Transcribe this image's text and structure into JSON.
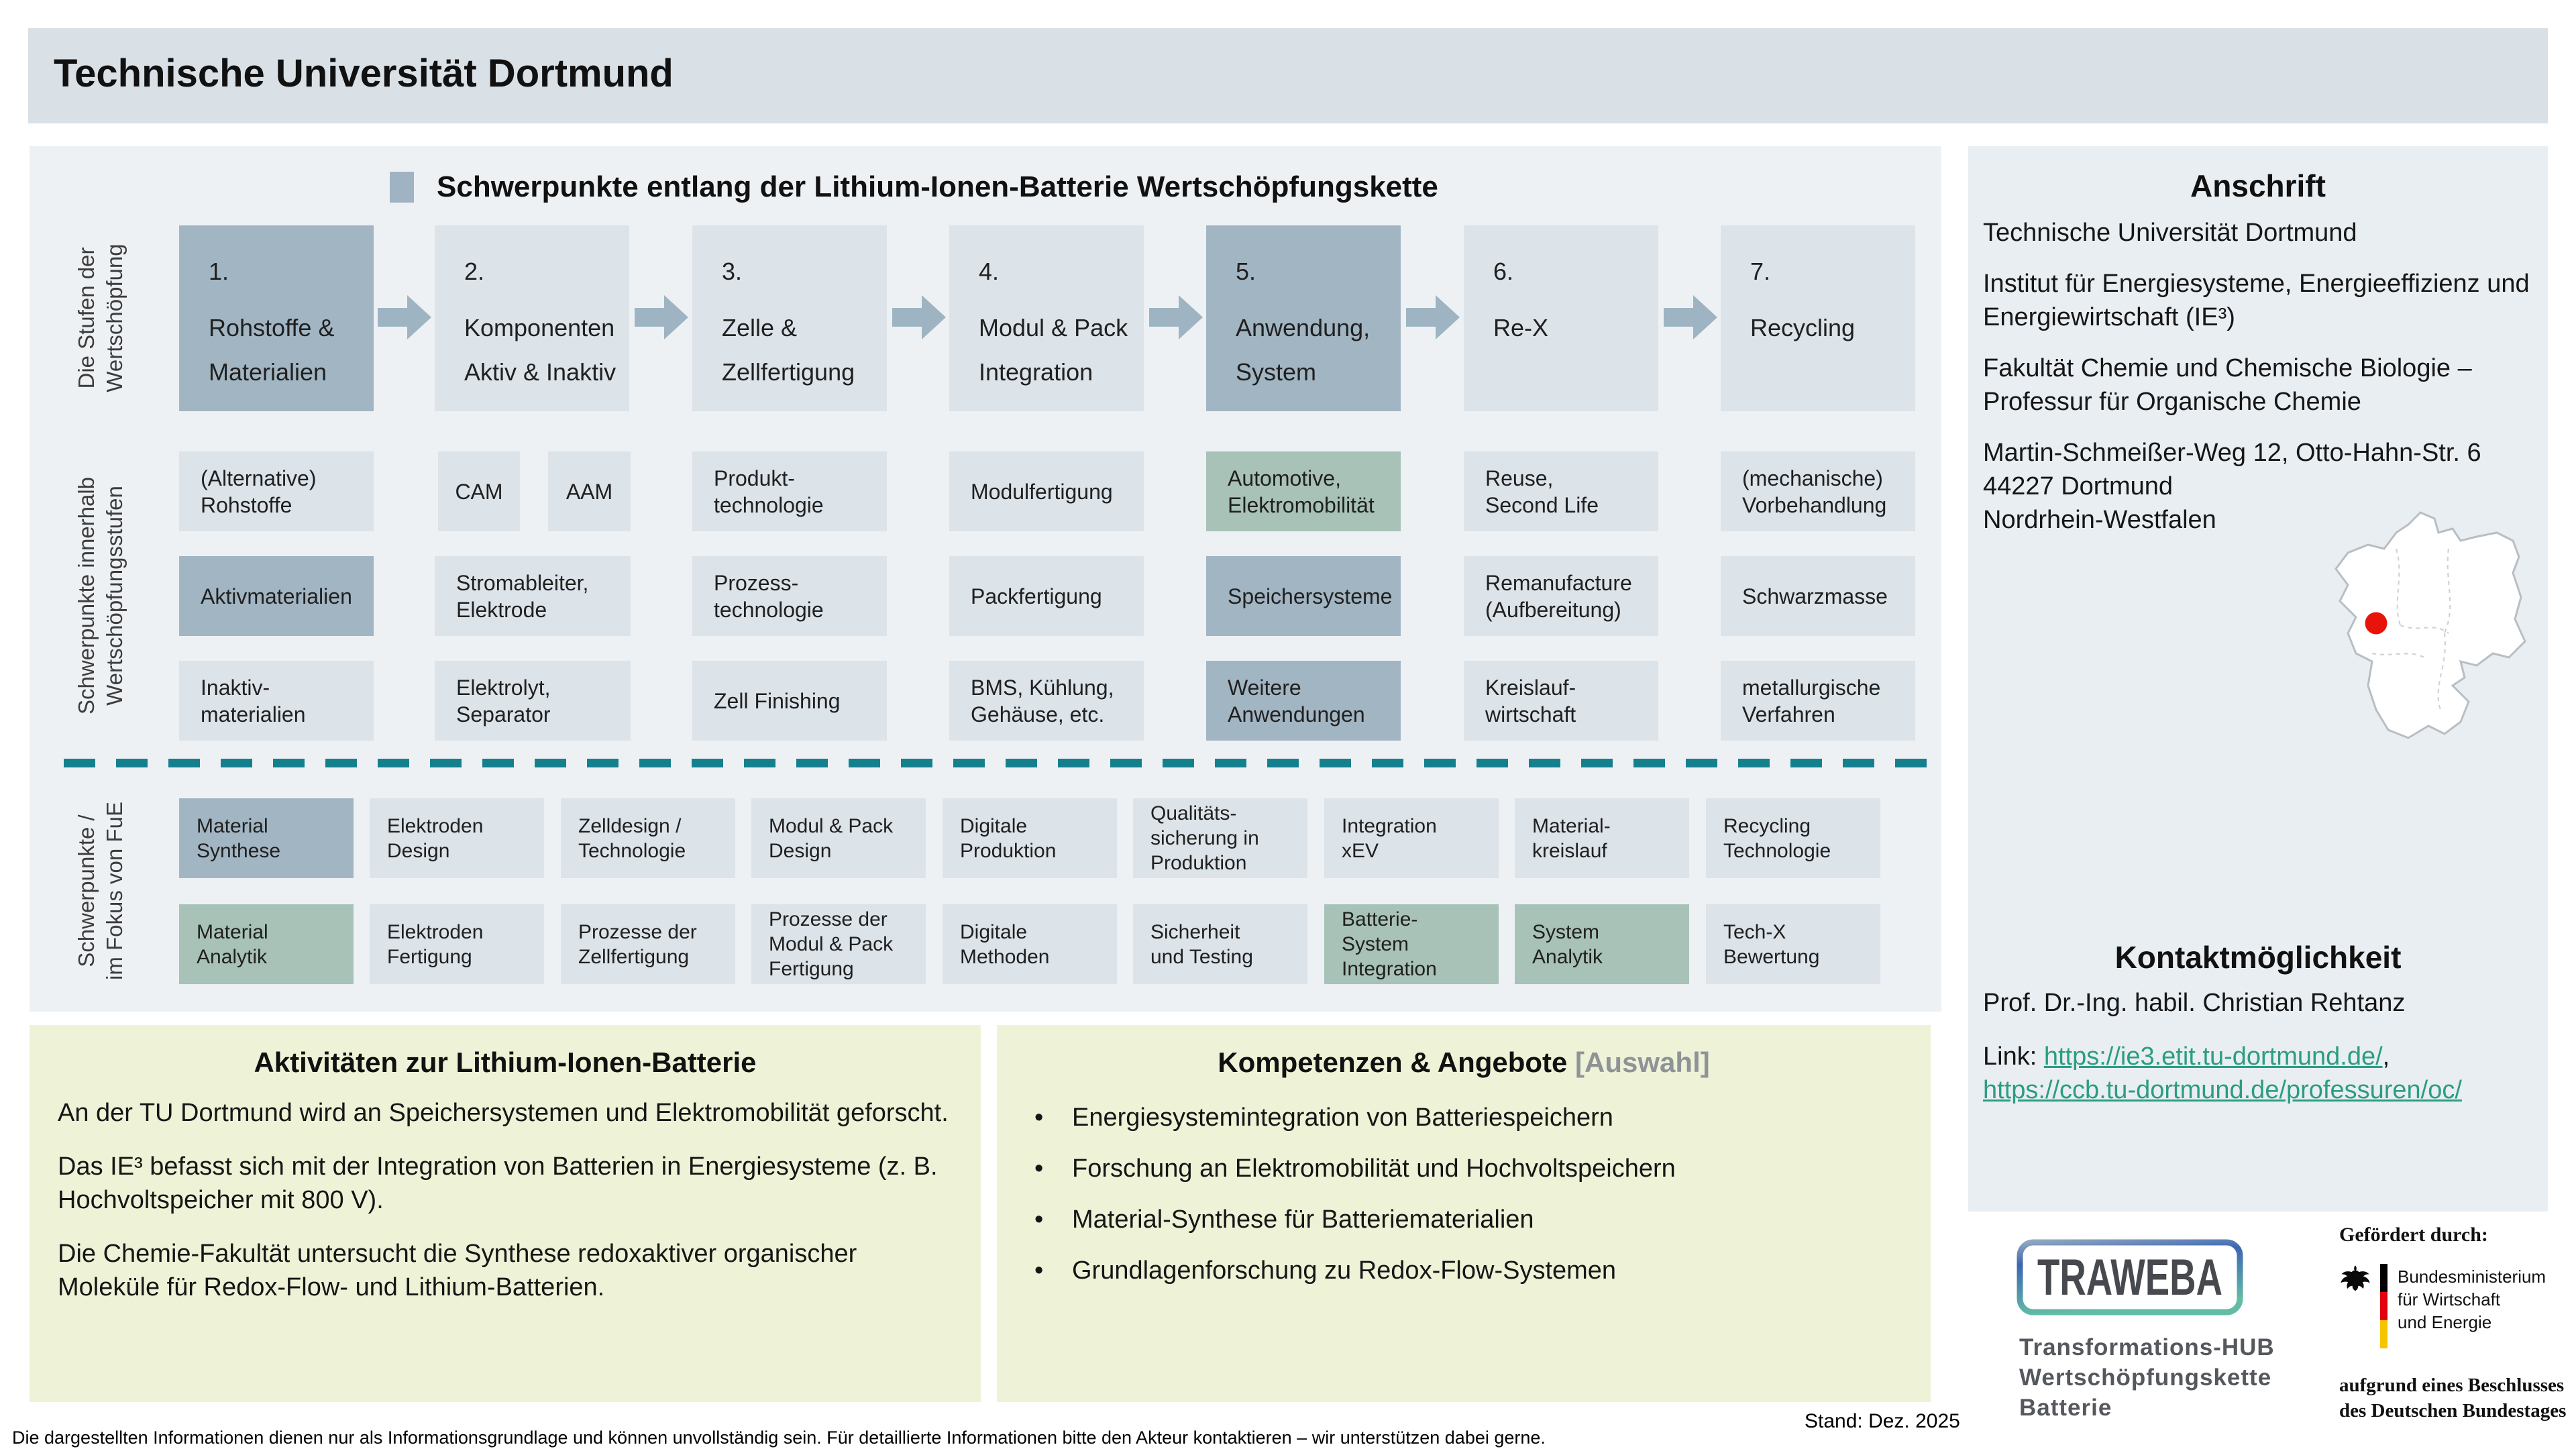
{
  "colors": {
    "accent_blue_gray": "#a2b5c3",
    "accent_green": "#a8c2b7",
    "cell_gray": "#dce3e9",
    "panel_bg": "#eef1f4",
    "header_bar_bg": "#d9e0e6",
    "sidebar_bg": "#e9eef2",
    "yellow_box_bg": "#eef3d7",
    "dashed_line_teal": "#14808e",
    "link_green": "#2b9d82",
    "map_dot_red": "#e8140c"
  },
  "header": {
    "title": "Technische Universität Dortmund"
  },
  "diagram": {
    "title": "Schwerpunkte entlang der Lithium-Ionen-Batterie Wertschöpfungskette",
    "side_labels": {
      "stufen": "Die Stufen der\nWertschöpfung",
      "schwerpunkte": "Schwerpunkte innerhalb\nWertschöpfungsstufen",
      "fokus": "Schwerpunkte /\nim Fokus von FuE"
    },
    "stages": [
      {
        "num": "1.",
        "name": "Rohstoffe &\nMaterialien"
      },
      {
        "num": "2.",
        "name": "Komponenten\nAktiv & Inaktiv"
      },
      {
        "num": "3.",
        "name": "Zelle &\nZellfertigung"
      },
      {
        "num": "4.",
        "name": "Modul & Pack\nIntegration"
      },
      {
        "num": "5.",
        "name": "Anwendung,\nSystem"
      },
      {
        "num": "6.",
        "name": "Re-X"
      },
      {
        "num": "7.",
        "name": "Recycling"
      }
    ],
    "band": {
      "r1c1": "(Alternative)\nRohstoffe",
      "r1c2a": "CAM",
      "r1c2b": "AAM",
      "r1c3": "Produkt-\ntechnologie",
      "r1c4": "Modulfertigung",
      "r1c5": "Automotive,\nElektromobilität",
      "r1c6": "Reuse,\nSecond Life",
      "r1c7": "(mechanische)\nVorbehandlung",
      "r2c1": "Aktivmaterialien",
      "r2c2": "Stromableiter,\nElektrode",
      "r2c3": "Prozess-\ntechnologie",
      "r2c4": "Packfertigung",
      "r2c5": "Speichersysteme",
      "r2c6": "Remanufacture\n(Aufbereitung)",
      "r2c7": "Schwarzmasse",
      "r3c1": "Inaktiv-\nmaterialien",
      "r3c2": "Elektrolyt,\nSeparator",
      "r3c3": "Zell Finishing",
      "r3c4": "BMS, Kühlung,\nGehäuse, etc.",
      "r3c5": "Weitere\nAnwendungen",
      "r3c6": "Kreislauf-\nwirtschaft",
      "r3c7": "metallurgische\nVerfahren"
    },
    "fue": {
      "r1c1": "Material\nSynthese",
      "r1c2": "Elektroden\nDesign",
      "r1c3": "Zelldesign /\nTechnologie",
      "r1c4": "Modul & Pack\nDesign",
      "r1c5": "Digitale\nProduktion",
      "r1c6": "Qualitäts-\nsicherung in\nProduktion",
      "r1c7": "Integration\nxEV",
      "r1c8": "Material-\nkreislauf",
      "r1c9": "Recycling\nTechnologie",
      "r2c1": "Material\nAnalytik",
      "r2c2": "Elektroden\nFertigung",
      "r2c3": "Prozesse der\nZellfertigung",
      "r2c4": "Prozesse der\nModul & Pack\nFertigung",
      "r2c5": "Digitale\nMethoden",
      "r2c6": "Sicherheit\nund Testing",
      "r2c7": "Batterie-\nSystem\nIntegration",
      "r2c8": "System\nAnalytik",
      "r2c9": "Tech-X\nBewertung"
    }
  },
  "sidebar": {
    "anschrift": {
      "title": "Anschrift",
      "p1": "Technische Universität Dortmund",
      "p2": "Institut für Energiesysteme, Energieeffizienz und Energiewirtschaft (IE³)",
      "p3": "Fakultät Chemie und Chemische Biologie – Professur für Organische Chemie",
      "p4": "Martin-Schmeißer-Weg 12, Otto-Hahn-Str. 6\n44227 Dortmund\nNordrhein-Westfalen"
    },
    "kontakt": {
      "title": "Kontaktmöglichkeit",
      "name": "Prof. Dr.-Ing. habil. Christian Rehtanz",
      "link_prefix": "Link: ",
      "link1": "https://ie3.etit.tu-dortmund.de/",
      "link_separator": ",",
      "link2": "https://ccb.tu-dortmund.de/professuren/oc/"
    }
  },
  "activities": {
    "title": "Aktivitäten zur Lithium-Ionen-Batterie",
    "p1": "An der TU Dortmund wird an Speichersystemen und Elektromobilität geforscht.",
    "p2": "Das IE³ befasst sich mit der Integration von Batterien in Energiesysteme (z. B. Hochvoltspeicher mit 800 V).",
    "p3": "Die Chemie-Fakultät untersucht die Synthese redoxaktiver organischer Moleküle für Redox-Flow- und Lithium-Batterien."
  },
  "competences": {
    "title": "Kompetenzen & Angebote",
    "title_suffix": " [Auswahl]",
    "bullets": [
      "Energiesystemintegration von Batteriespeichern",
      "Forschung an Elektromobilität und Hochvoltspeichern",
      "Material-Synthese für Batteriematerialien",
      "Grundlagenforschung zu Redox-Flow-Systemen"
    ]
  },
  "branding": {
    "traweba_wordmark": "TRAWEBA",
    "traweba_subtitle": "Transformations-HUB\nWertschöpfungskette\nBatterie"
  },
  "funding": {
    "caption": "Gefördert durch:",
    "ministry": "Bundesministerium\nfür Wirtschaft\nund Energie",
    "note": "aufgrund eines Beschlusses\ndes Deutschen Bundestages"
  },
  "footer": {
    "disclaimer": "Die dargestellten Informationen dienen nur als Informationsgrundlage und können unvollständig sein. Für detaillierte Informationen bitte den Akteur kontaktieren – wir unterstützen dabei gerne.",
    "stand": "Stand: Dez. 2025"
  }
}
